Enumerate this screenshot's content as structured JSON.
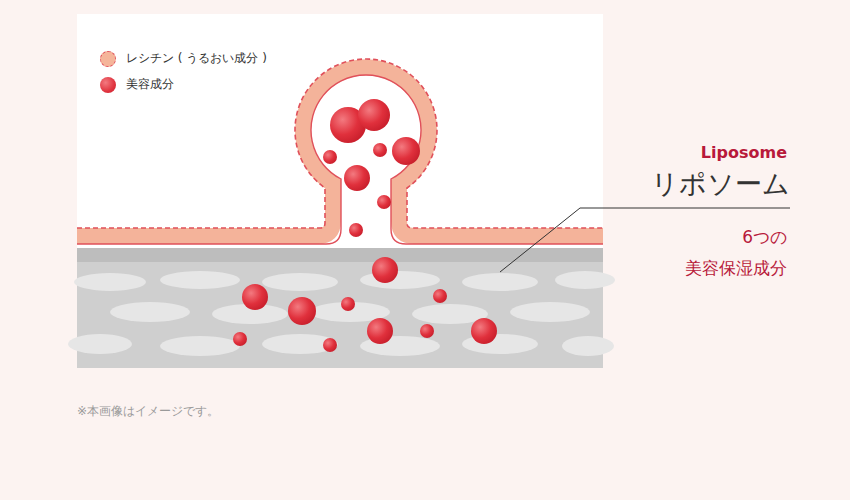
{
  "diagram": {
    "labels": [
      "Liposome",
      "リポソーム",
      "6つの",
      "美容保湿成分",
      "※本画像はイメージです。"
    ],
    "legend": [
      {
        "text": "レシチン ( うるおい成分 )",
        "color": "#f5b59a"
      },
      {
        "text": "美容成分",
        "color": "#e0343f"
      }
    ]
  }
}
